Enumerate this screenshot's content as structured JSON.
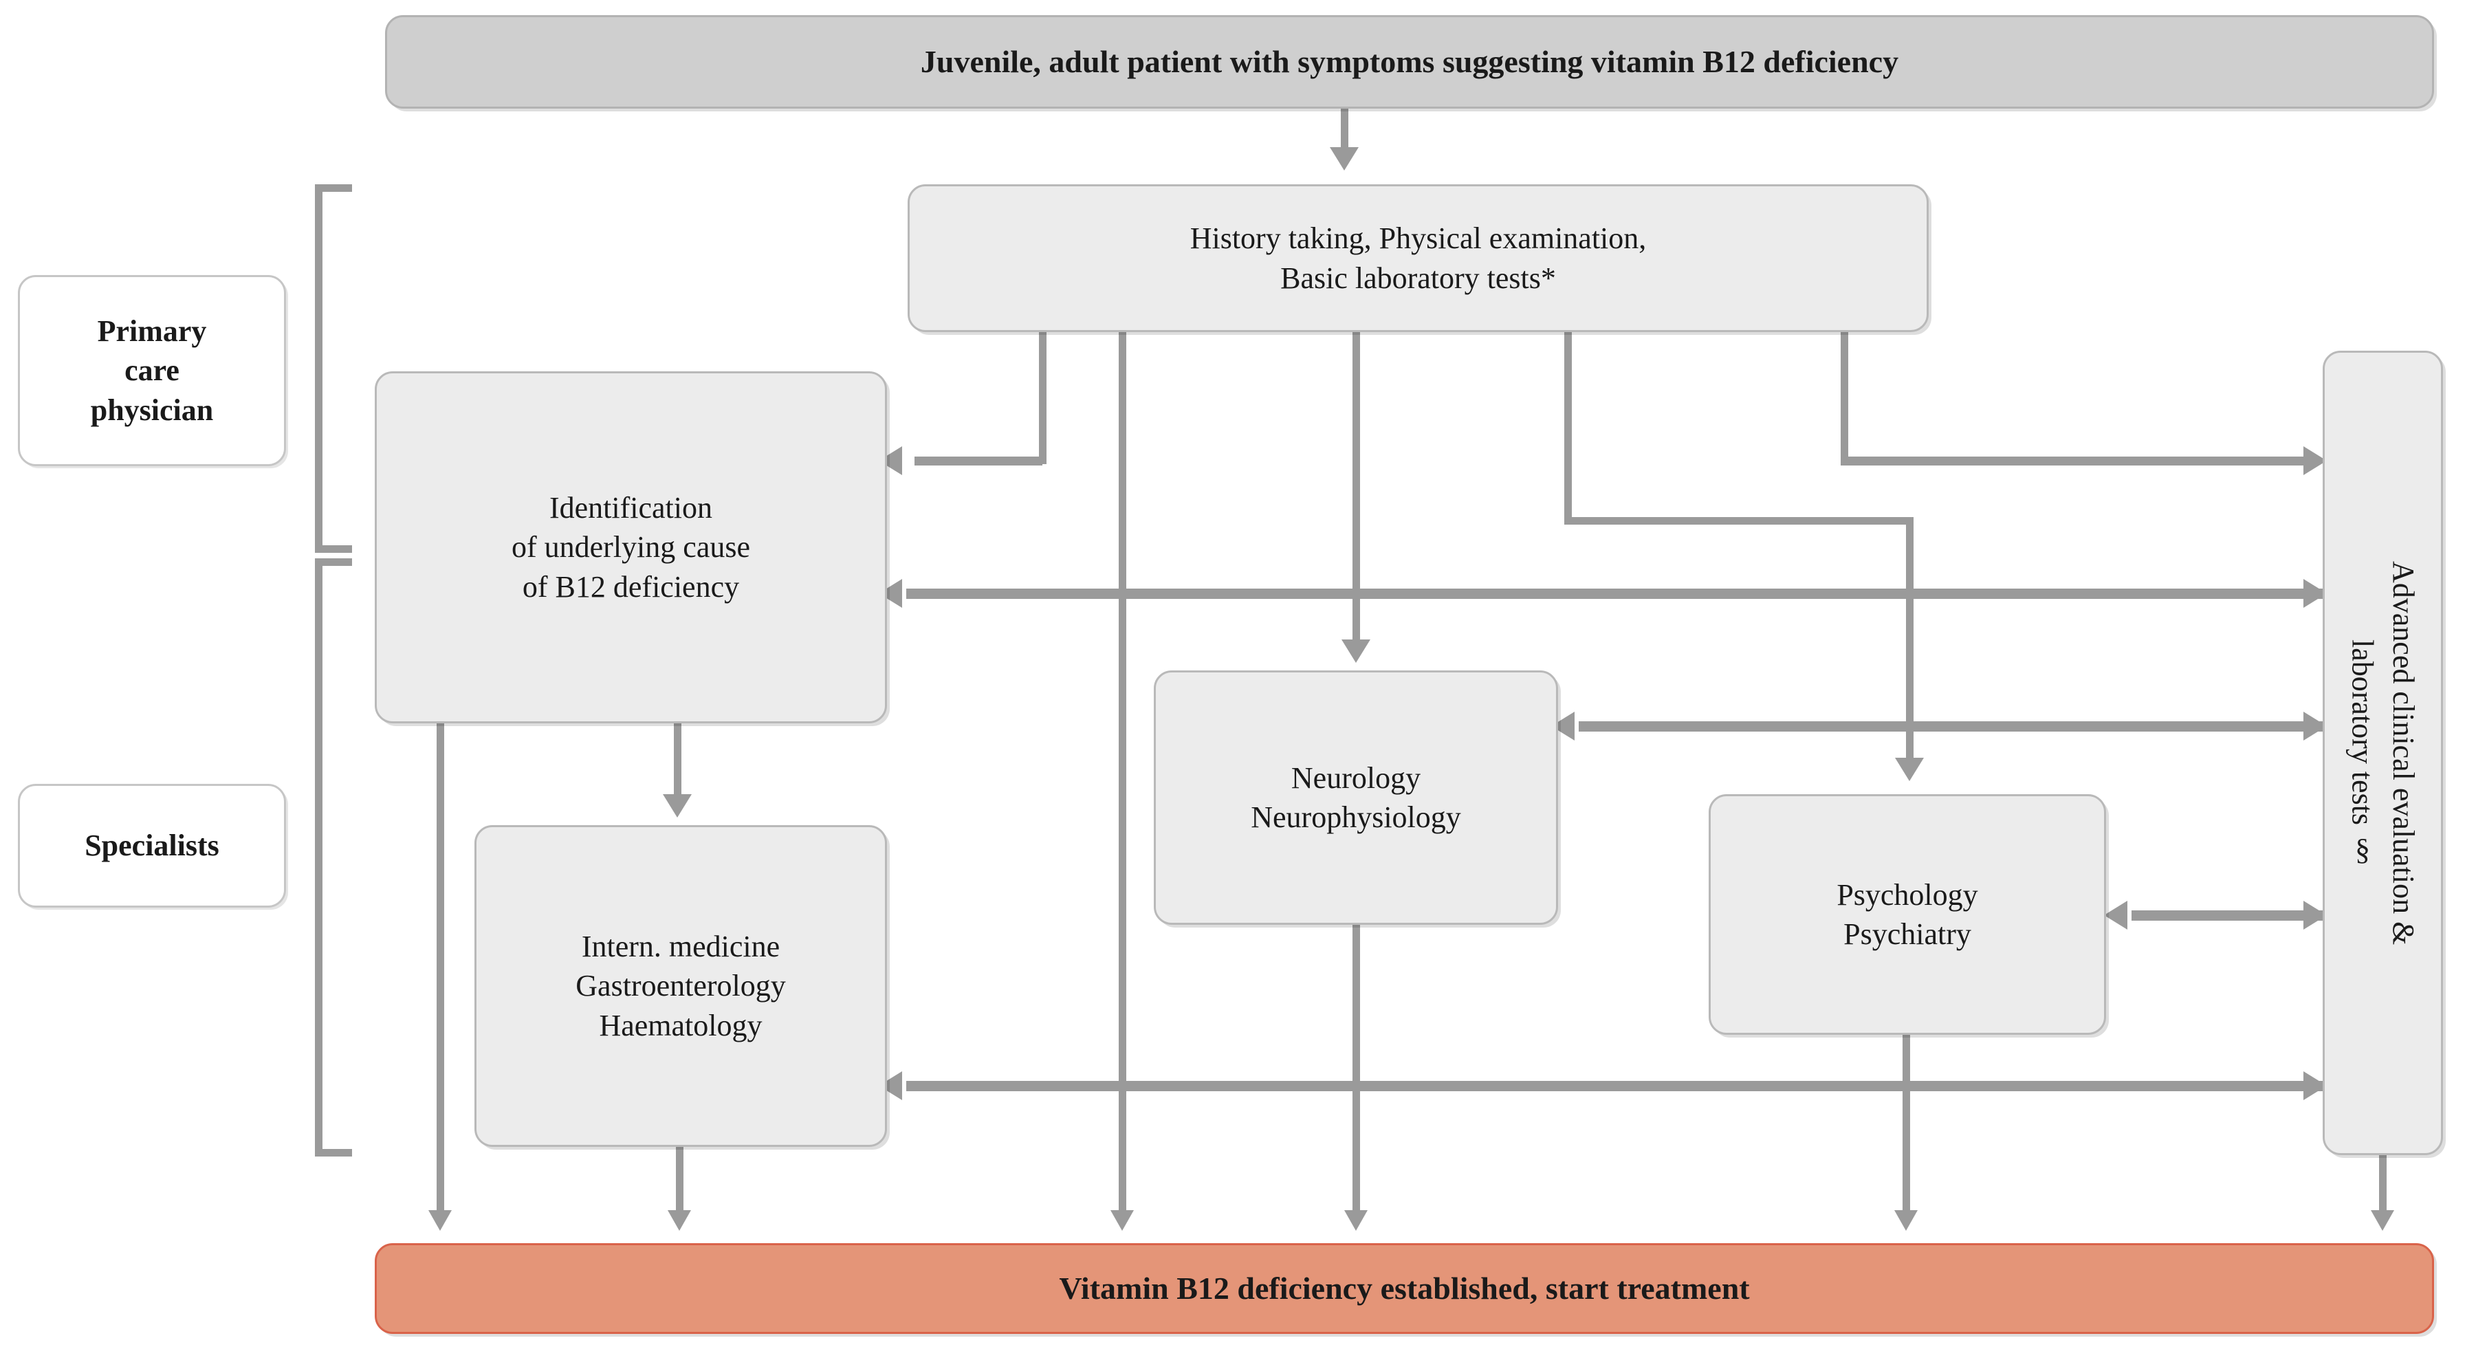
{
  "diagram": {
    "title": "Diagnostic pathway for vitamin B12 deficiency",
    "colors": {
      "node_grey_fill": "#ececec",
      "node_grey_border": "#b9b9b9",
      "header_fill": "#cfcfcf",
      "header_border": "#b3b3b3",
      "result_fill": "#e49578",
      "result_border": "#d9634a",
      "connector": "#9a9a9a",
      "outline_border": "#c6c6c6",
      "text": "#1a1a1a"
    }
  },
  "header": {
    "label": "Juvenile, adult patient with symptoms suggesting vitamin B12 deficiency"
  },
  "groups": [
    {
      "id": "primary-care",
      "label": "Primary\ncare\nphysician"
    },
    {
      "id": "specialists",
      "label": "Specialists"
    }
  ],
  "nodes": [
    {
      "id": "history",
      "label": "History taking, Physical examination,\nBasic laboratory tests*"
    },
    {
      "id": "identification",
      "label": "Identification\nof underlying cause\nof B12 deficiency"
    },
    {
      "id": "internal-medicine",
      "label": "Intern. medicine\nGastroenterology\nHaematology"
    },
    {
      "id": "neurology",
      "label": "Neurology\nNeurophysiology"
    },
    {
      "id": "psychology",
      "label": "Psychology\nPsychiatry"
    },
    {
      "id": "advanced-evaluation",
      "label": "Advanced clinical evaluation &\nlaboratory tests §"
    }
  ],
  "result": {
    "label": "Vitamin B12 deficiency established, start treatment"
  },
  "footnote_markers": {
    "basic_tests": "*",
    "advanced_tests": "§"
  }
}
